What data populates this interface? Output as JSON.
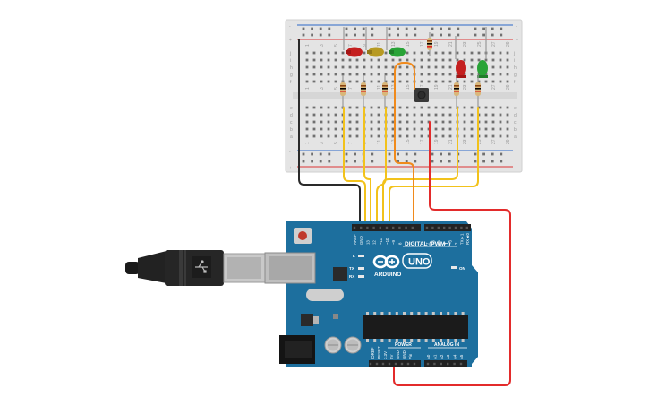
{
  "board": {
    "brand": "ARDUINO",
    "model": "UNO",
    "digital_label": "DIGITAL (PWM~)",
    "power_label": "POWER",
    "analog_label": "ANALOG IN",
    "led_l": "L",
    "led_tx": "TX",
    "led_rx": "RX",
    "on_label": "ON",
    "power_pins": [
      "IOREF",
      "RESET",
      "3.3V",
      "5V",
      "GND",
      "GND",
      "Vin"
    ],
    "analog_pins": [
      "A0",
      "A1",
      "A2",
      "A3",
      "A4",
      "A5"
    ],
    "digital_pins_left": [
      "AREF",
      "GND",
      "13",
      "12",
      "~11",
      "~10",
      "~9",
      "8"
    ],
    "digital_pins_right": [
      "7",
      "~6",
      "~5",
      "4",
      "~3",
      "2",
      "TX►1",
      "RX◄0"
    ]
  },
  "breadboard": {
    "row_letters_top": [
      "j",
      "i",
      "h",
      "g",
      "f"
    ],
    "row_letters_bottom": [
      "e",
      "d",
      "c",
      "b",
      "a"
    ],
    "rail_plus": "+",
    "rail_minus": "-",
    "column_numbers": [
      "1",
      "3",
      "5",
      "7",
      "9",
      "11",
      "13",
      "15",
      "17",
      "19",
      "21",
      "23",
      "25",
      "27",
      "29"
    ]
  },
  "colors": {
    "board_blue": "#1d6f9e",
    "wire_yellow": "#f2c21b",
    "wire_red": "#e32b2b",
    "wire_black": "#2a2a2a",
    "wire_orange": "#f08a1c",
    "led_red": "#c41f1f",
    "led_yellow": "#b79a23",
    "led_green": "#29a337"
  }
}
